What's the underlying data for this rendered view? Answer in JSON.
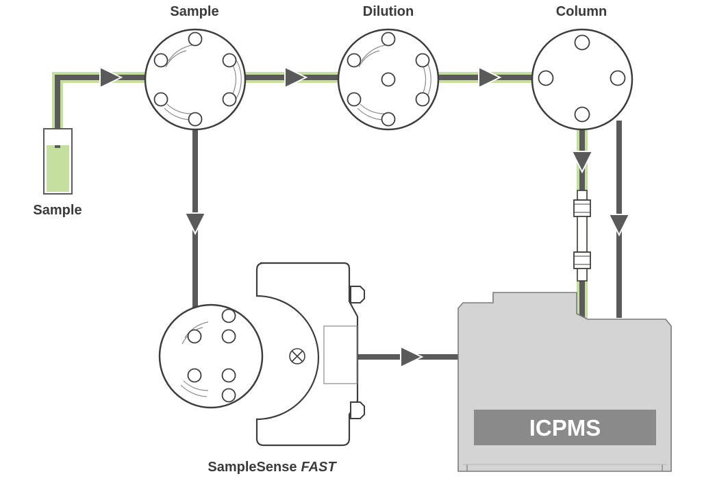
{
  "labels": {
    "sample_valve": "Sample",
    "dilution_valve": "Dilution",
    "column_valve": "Column",
    "sample_vial": "Sample",
    "samplesense_name": "SampleSense",
    "samplesense_suffix": "FAST",
    "icpms": "ICPMS"
  },
  "colors": {
    "line": "#5a5a5a",
    "highlight": "#c5df9f",
    "instrument_fill": "#d4d4d4",
    "instrument_stroke": "#7a7a7a",
    "icpms_label_bg": "#8a8a8a"
  }
}
